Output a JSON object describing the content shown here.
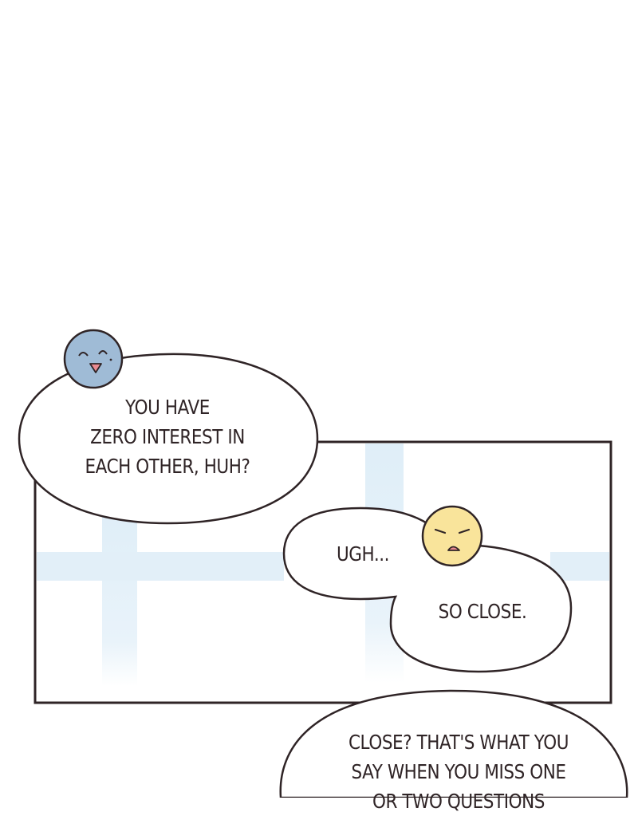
{
  "bubble_1": {
    "speaker_icon": "blue-smiling-face-icon",
    "lines": [
      "YOU HAVE",
      "ZERO INTEREST IN",
      "EACH OTHER, HUH?"
    ]
  },
  "bubble_2": {
    "speaker_icon": "yellow-grimacing-face-icon",
    "lines": [
      "UGH..."
    ]
  },
  "bubble_3": {
    "lines": [
      "SO CLOSE."
    ]
  },
  "bubble_4": {
    "lines": [
      "CLOSE? THAT'S WHAT YOU",
      "SAY WHEN YOU MISS ONE",
      "OR TWO QUESTIONS"
    ]
  },
  "colors": {
    "outline": "#2f2426",
    "bubble_fill": "#ffffff",
    "window_frame": "#e4f1f9",
    "blue_face": "#9fbbd6",
    "yellow_face": "#f9e49b",
    "blush_mouth": "#e98a91"
  }
}
